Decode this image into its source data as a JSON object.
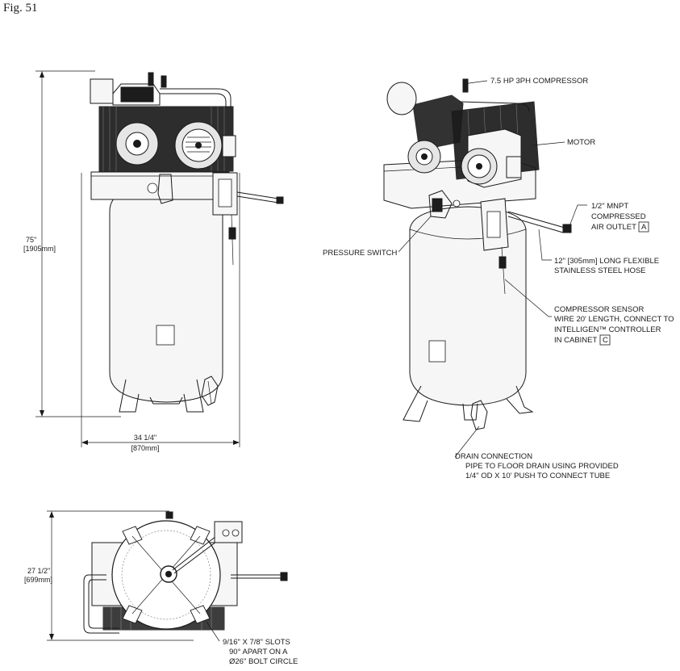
{
  "figure_label": "Fig. 51",
  "dimensions": {
    "height_in": "75\"",
    "height_mm": "[1905mm]",
    "width_in": "34 1/4\"",
    "width_mm": "[870mm]",
    "depth_in": "27 1/2\"",
    "depth_mm": "[699mm]"
  },
  "callouts": {
    "compressor": "7.5 HP 3PH COMPRESSOR",
    "motor": "MOTOR",
    "air_outlet_line1": "1/2\" MNPT",
    "air_outlet_line2": "COMPRESSED",
    "air_outlet_line3": "AIR OUTLET",
    "air_outlet_tag": "A",
    "pressure_switch": "PRESSURE SWITCH",
    "hose_line1": "12\" [305mm] LONG FLEXIBLE",
    "hose_line2": "STAINLESS STEEL HOSE",
    "sensor_line1": "COMPRESSOR SENSOR",
    "sensor_line2": "WIRE 20' LENGTH, CONNECT TO",
    "sensor_line3": "INTELLIGEN™ CONTROLLER",
    "sensor_line4": "IN CABINET",
    "sensor_tag": "C",
    "drain_line1": "DRAIN CONNECTION",
    "drain_line2": "PIPE TO FLOOR DRAIN USING PROVIDED",
    "drain_line3": "1/4\" OD X 10' PUSH TO CONNECT TUBE",
    "slots_line1": "9/16\" X 7/8\" SLOTS",
    "slots_line2": "90° APART ON A",
    "slots_line3": "Ø26\" BOLT CIRCLE"
  }
}
